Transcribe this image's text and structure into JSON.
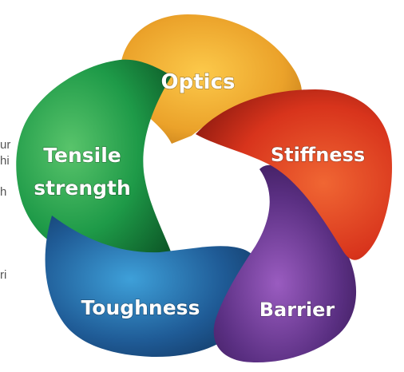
{
  "side_text_fragments": [
    "ur",
    "hi",
    "h",
    "ri"
  ],
  "diagram": {
    "segments": [
      {
        "id": "optics",
        "lines": [
          "Optics"
        ],
        "color": "#e8a12a"
      },
      {
        "id": "stiffness",
        "lines": [
          "Stiffness"
        ],
        "color": "#d8341c"
      },
      {
        "id": "barrier",
        "lines": [
          "Barrier"
        ],
        "color": "#5a2f82"
      },
      {
        "id": "toughness",
        "lines": [
          "Toughness"
        ],
        "color": "#1f5b96"
      },
      {
        "id": "tensile",
        "lines": [
          "Tensile",
          "strength"
        ],
        "color": "#1e9a48"
      }
    ]
  }
}
